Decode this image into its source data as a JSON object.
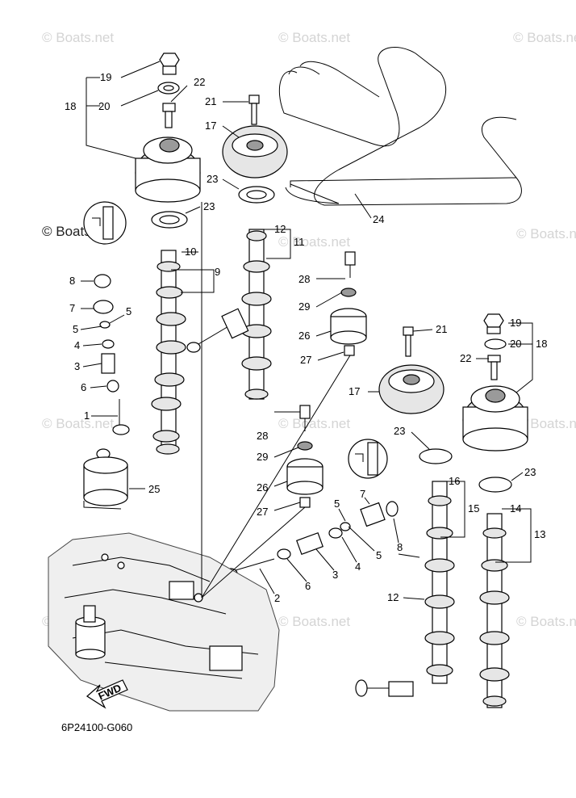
{
  "diagram_code": "6P24100-G060",
  "watermark": "© Boats.net",
  "fwd_label": "FWD",
  "callouts": {
    "c1": "1",
    "c2": "2",
    "c3": "3",
    "c3b": "3",
    "c4": "4",
    "c4b": "4",
    "c5a": "5",
    "c5b": "5",
    "c5c": "5",
    "c5d": "5",
    "c6": "6",
    "c6b": "6",
    "c7": "7",
    "c7b": "7",
    "c8": "8",
    "c8b": "8",
    "c9": "9",
    "c10": "10",
    "c11": "11",
    "c12": "12",
    "c12b": "12",
    "c13": "13",
    "c14": "14",
    "c15": "15",
    "c16": "16",
    "c17": "17",
    "c17b": "17",
    "c18": "18",
    "c18b": "18",
    "c19": "19",
    "c19b": "19",
    "c20": "20",
    "c20b": "20",
    "c21": "21",
    "c21b": "21",
    "c22": "22",
    "c22b": "22",
    "c23": "23",
    "c23b": "23",
    "c23c": "23",
    "c23d": "23",
    "c24": "24",
    "c25": "25",
    "c26": "26",
    "c26b": "26",
    "c27": "27",
    "c27b": "27",
    "c28": "28",
    "c28b": "28",
    "c29": "29",
    "c29b": "29"
  }
}
